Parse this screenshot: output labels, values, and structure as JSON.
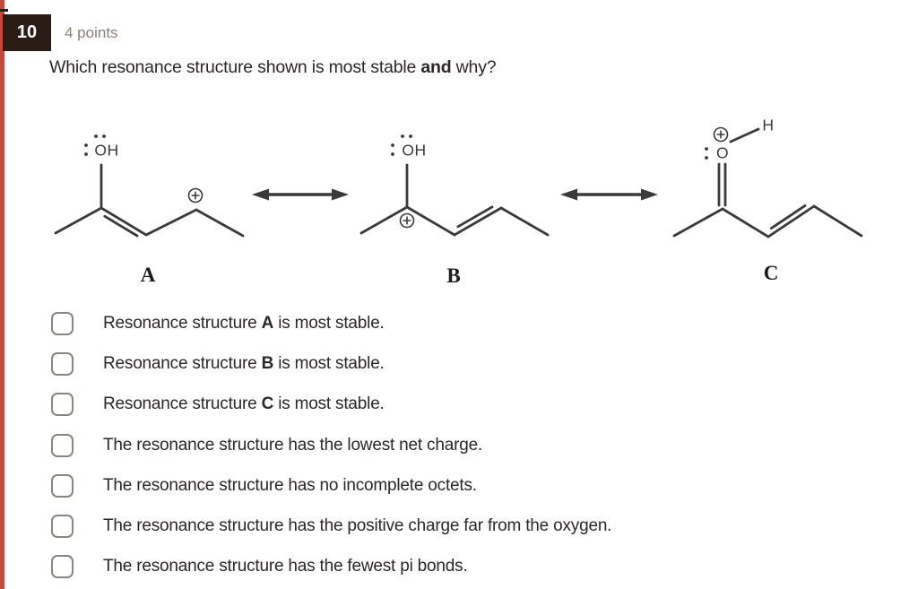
{
  "theme": {
    "accent_red": "#bf4a3e",
    "badge_bg": "#2b1d15",
    "badge_text": "#fdfdfd",
    "points_gray": "#8a8178",
    "text_dark": "#2c2727",
    "ink": "#3a3a3a",
    "checkbox_border": "#8b857e"
  },
  "header": {
    "question_number": "10",
    "points_label": "4 points"
  },
  "question": {
    "prefix": "Which resonance structure shown is most stable ",
    "bold_word": "and",
    "suffix": " why?"
  },
  "figure": {
    "structure_a": {
      "label": "A",
      "hydroxyl_label": "OH",
      "charge_symbol": "⊕"
    },
    "structure_b": {
      "label": "B",
      "hydroxyl_label": "OH",
      "charge_symbol": "⊕"
    },
    "structure_c": {
      "label": "C",
      "oxygen_label": "O",
      "hydrogen_label": "H",
      "charge_symbol": "⊕"
    }
  },
  "options": [
    {
      "prefix": "Resonance structure ",
      "bold": "A",
      "suffix": " is most stable."
    },
    {
      "prefix": "Resonance structure ",
      "bold": "B",
      "suffix": " is most stable."
    },
    {
      "prefix": "Resonance structure ",
      "bold": "C",
      "suffix": " is most stable."
    },
    {
      "prefix": "The resonance structure has the lowest net charge.",
      "bold": "",
      "suffix": ""
    },
    {
      "prefix": "The resonance structure has no incomplete octets.",
      "bold": "",
      "suffix": ""
    },
    {
      "prefix": "The resonance structure has the positive charge far from the oxygen.",
      "bold": "",
      "suffix": ""
    },
    {
      "prefix": "The resonance structure has the fewest pi bonds.",
      "bold": "",
      "suffix": ""
    }
  ]
}
